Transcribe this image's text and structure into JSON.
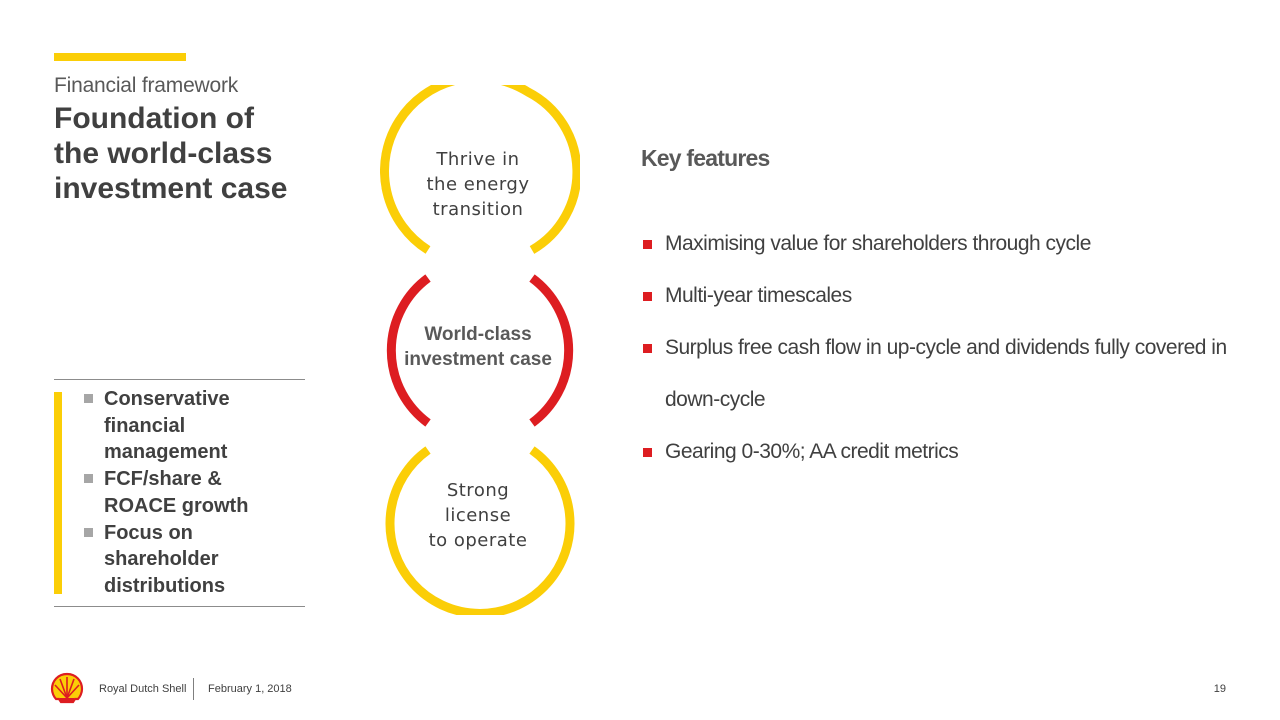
{
  "header": {
    "eyebrow": "Financial framework",
    "title_lines": [
      "Foundation of",
      "the world-class",
      "investment case"
    ]
  },
  "left_panel": {
    "items": [
      "Conservative financial management",
      "FCF/share & ROACE growth",
      "Focus on shareholder distributions"
    ]
  },
  "circles": {
    "top": {
      "lines": [
        "Thrive in",
        "the energy",
        "transition"
      ],
      "color": "#fbce07"
    },
    "middle": {
      "lines": [
        "World-class",
        "investment case"
      ],
      "color": "#dd1d21"
    },
    "bottom": {
      "lines": [
        "Strong",
        "license",
        "to operate"
      ],
      "color": "#fbce07"
    }
  },
  "key_features": {
    "title": "Key features",
    "items": [
      "Maximising value for shareholders through cycle",
      "Multi-year timescales",
      "Surplus free cash flow in up-cycle and dividends fully covered in down-cycle",
      "Gearing 0-30%; AA credit metrics"
    ]
  },
  "footer": {
    "logo_icon": "shell-pecten-icon",
    "company": "Royal Dutch Shell",
    "date": "February 1, 2018",
    "page_number": "19"
  },
  "colors": {
    "brand_yellow": "#fbce07",
    "brand_red": "#dd1d21"
  }
}
